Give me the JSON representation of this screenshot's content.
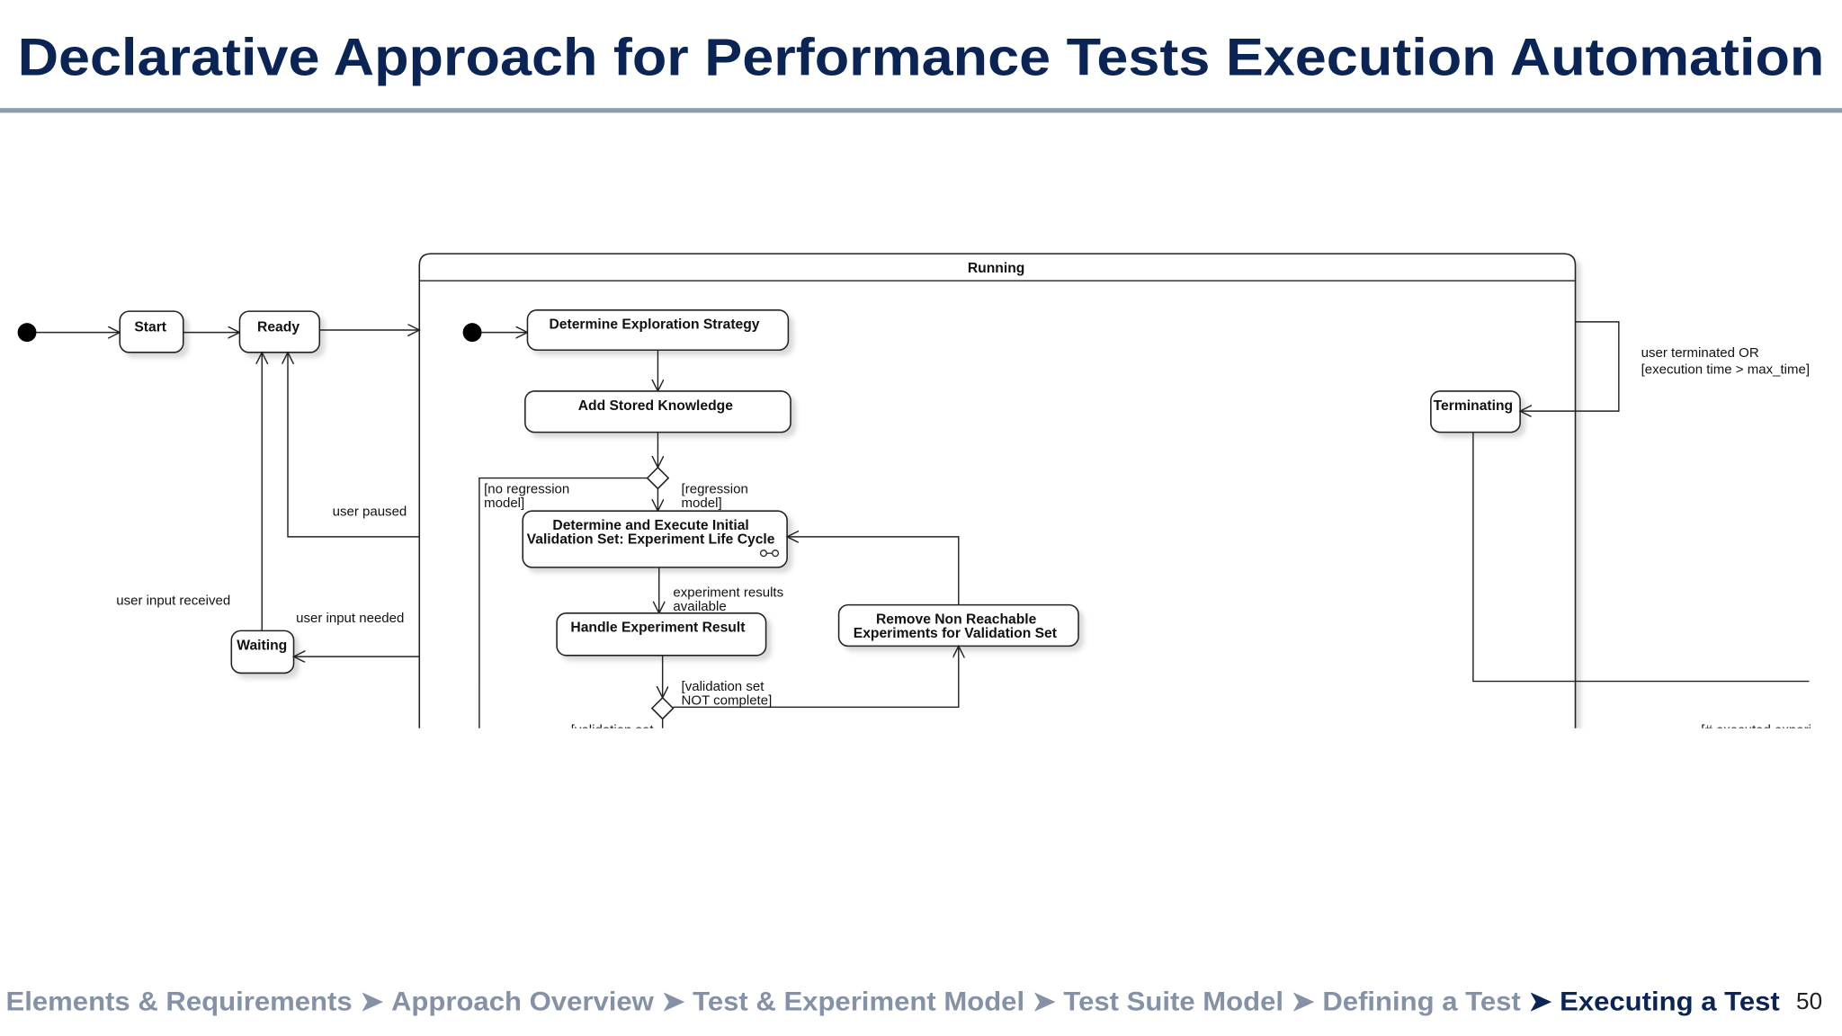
{
  "title": "Declarative Approach for Performance Tests Execution Automation",
  "colors": {
    "title": "#0b2456",
    "breadcrumb_inactive": "#8591a6",
    "breadcrumb_active": "#0b2456",
    "rule": "#8c9bb0"
  },
  "diagram": {
    "composite_state": "Running",
    "states": {
      "start": "Start",
      "ready": "Ready",
      "waiting": "Waiting",
      "terminating": "Terminating",
      "determine_strategy": "Determine Exploration Strategy",
      "add_knowledge": "Add Stored Knowledge",
      "execute_initial_1": "Determine and Execute Initial",
      "execute_initial_2": "Validation Set: Experiment Life Cycle",
      "handle_result": "Handle Experiment Result",
      "remove_1": "Remove Non Reachable",
      "remove_2": "Experiments for Validation Set"
    },
    "transitions": {
      "user_paused": "user paused",
      "user_input_received": "user input received",
      "user_input_needed": "user input needed",
      "no_regression_1": "[no regression",
      "no_regression_2": "model]",
      "regression_1": "[regression",
      "regression_2": "model]",
      "results_1": "experiment results",
      "results_2": "available",
      "not_complete_1": "[validation set",
      "not_complete_2": "NOT complete]",
      "complete_cut": "[validation set",
      "terminated_1": "user terminated OR",
      "terminated_2": "[execution time > max_time]",
      "executed_cut": "[# executed experi"
    }
  },
  "breadcrumb": {
    "items": [
      "Elements & Requirements",
      "Approach Overview",
      "Test & Experiment Model",
      "Test Suite Model",
      "Defining a Test",
      "Executing a Test"
    ],
    "separator": "➤",
    "active_index": 5
  },
  "page_number": "50"
}
